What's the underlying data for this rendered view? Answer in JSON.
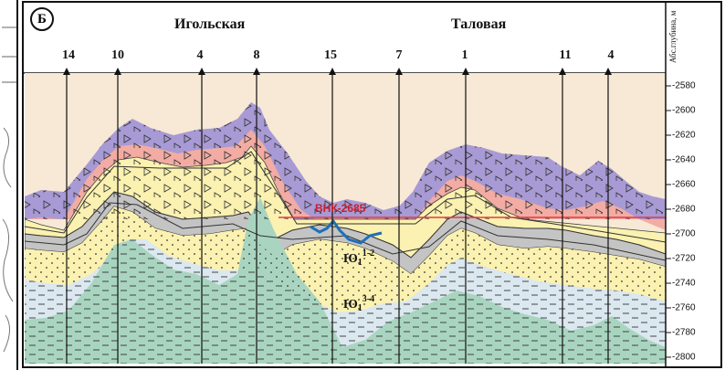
{
  "panel_label": "Б",
  "fields": {
    "left": "Игольская",
    "right": "Таловая"
  },
  "wells": [
    "14",
    "10",
    "4",
    "8",
    "15",
    "7",
    "1",
    "11",
    "4"
  ],
  "depth_axis": {
    "title": "Абс.глубина, м",
    "ticks": [
      "-2580",
      "-2600",
      "-2620",
      "-2640",
      "-2660",
      "-2680",
      "-2700",
      "-2720",
      "-2740",
      "-2760",
      "-2780",
      "-2800"
    ]
  },
  "owc_label": "ВНК-2685",
  "units": {
    "upper": {
      "base": "Ю",
      "sub": "1",
      "sup": "1-2"
    },
    "lower": {
      "base": "Ю",
      "sub": "1",
      "sup": "3-4"
    }
  },
  "colors": {
    "background": "#f7e9d5",
    "cap_purple": "#a89ad4",
    "pink": "#f2aca3",
    "yellow": "#fbf1b0",
    "grey": "#c4c4c4",
    "blue_hatch": "#dbe8f0",
    "green_base": "#a9d5c0",
    "owc_red": "#e53a44",
    "oil_blue": "#1f6fb6"
  }
}
